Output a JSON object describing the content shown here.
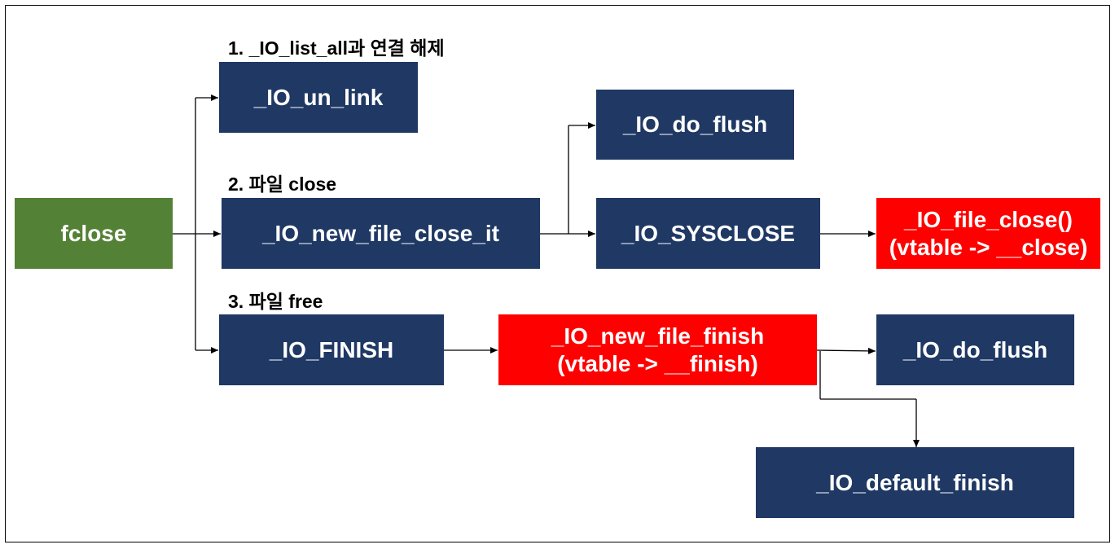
{
  "colors": {
    "navy": "#1f3864",
    "green": "#538135",
    "red": "#ff0000",
    "line": "#000000"
  },
  "labels": {
    "step1": "1. _IO_list_all과 연결 해제",
    "step2": "2. 파일 close",
    "step3": "3. 파일 free"
  },
  "nodes": {
    "fclose": "fclose",
    "io_un_link": "_IO_un_link",
    "io_do_flush_top": "_IO_do_flush",
    "io_new_file_close_it": "_IO_new_file_close_it",
    "io_sysclose": "_IO_SYSCLOSE",
    "io_file_close": {
      "line1": "_IO_file_close()",
      "line2": "(vtable -> __close)"
    },
    "io_finish": "_IO_FINISH",
    "io_new_file_finish": {
      "line1": "_IO_new_file_finish",
      "line2": "(vtable -> __finish)"
    },
    "io_do_flush_bottom": "_IO_do_flush",
    "io_default_finish": "_IO_default_finish"
  }
}
